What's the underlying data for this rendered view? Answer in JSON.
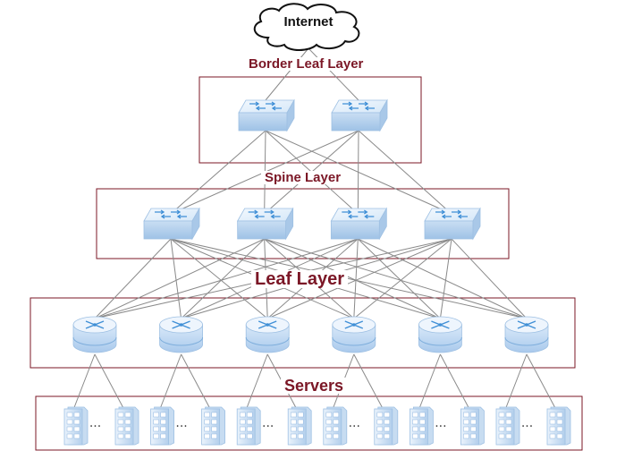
{
  "internet": {
    "label": "Internet"
  },
  "layers": {
    "border_leaf": {
      "label": "Border Leaf Layer",
      "count": 2
    },
    "spine": {
      "label": "Spine Layer",
      "count": 4
    },
    "leaf": {
      "label": "Leaf Layer",
      "count": 6
    },
    "servers": {
      "label": "Servers",
      "groups": 6,
      "racks_per_group": 2,
      "ellipsis": "···"
    }
  },
  "colors": {
    "layer_label": "#7b1726",
    "layer_border": "#7b1726",
    "link": "#8a8a8a",
    "device_top": "#e4f0fb",
    "device_side": "#b8d3ee",
    "device_icon": "#3f8fd6"
  },
  "icons": {
    "internet": "cloud-icon",
    "border_leaf": "switch-icon",
    "spine": "switch-icon",
    "leaf": "router-icon",
    "server": "server-rack-icon"
  }
}
